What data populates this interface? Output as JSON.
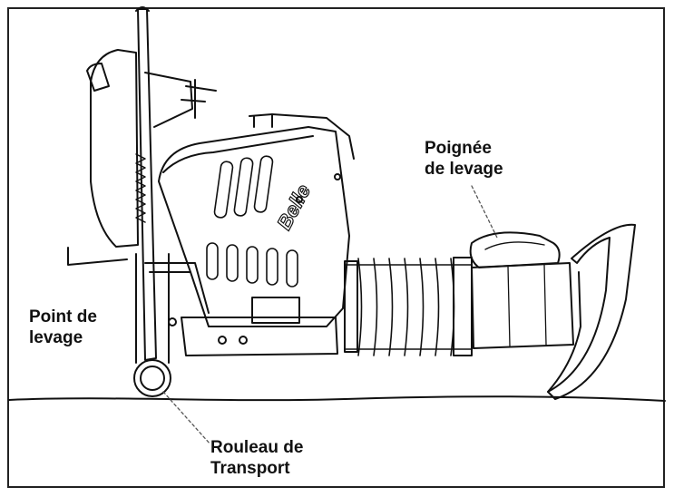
{
  "labels": {
    "lifting_handle": {
      "line1": "Poignée",
      "line2": "de levage"
    },
    "lifting_point": {
      "line1": "Point de",
      "line2": "levage"
    },
    "transport_roller": {
      "line1": "Rouleau de",
      "line2": "Transport"
    }
  },
  "machine": {
    "brand_text": "Belle"
  },
  "colors": {
    "ink": "#111111",
    "leader": "#555555",
    "background": "#ffffff"
  }
}
